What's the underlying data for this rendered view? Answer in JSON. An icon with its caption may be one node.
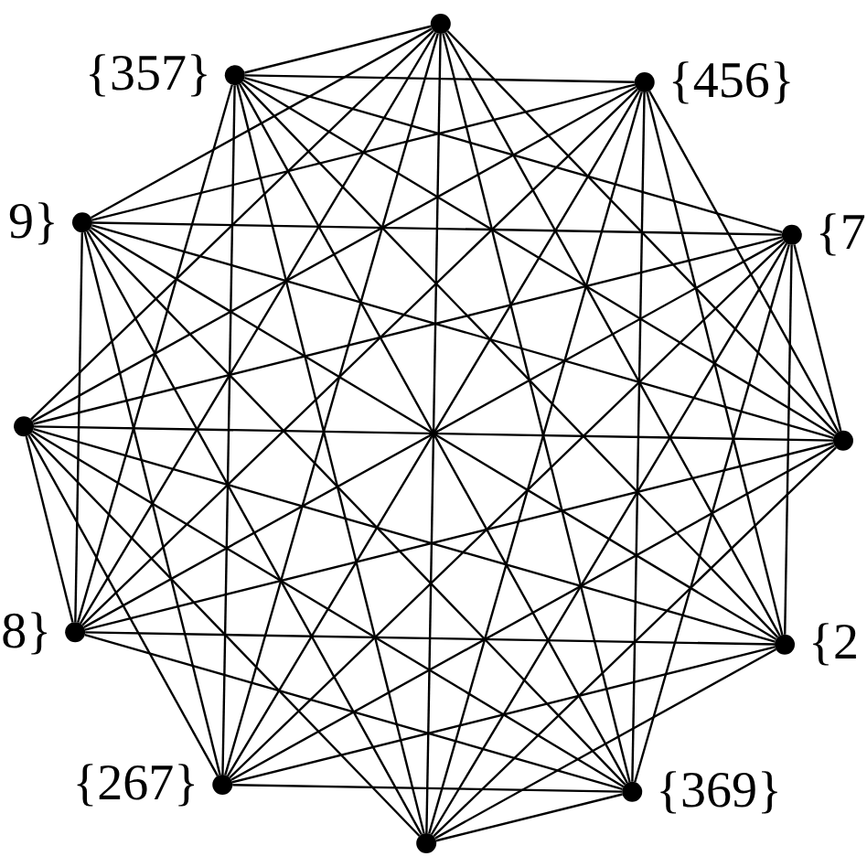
{
  "diagram": {
    "nodes": [
      {
        "text": [],
        "shape": "circle"
      },
      {
        "text": [],
        "shape": "circle",
        "beside": [
          "{357}"
        ]
      },
      {
        "text": [],
        "shape": "circle",
        "beside": [
          "{456}"
        ]
      },
      {
        "text": [],
        "shape": "circle",
        "beside": [
          "9}"
        ]
      },
      {
        "text": [],
        "shape": "circle",
        "beside": [
          "{7"
        ]
      },
      {
        "text": [],
        "shape": "circle"
      },
      {
        "text": [],
        "shape": "circle"
      },
      {
        "text": [],
        "shape": "circle",
        "beside": [
          "8}"
        ]
      },
      {
        "text": [],
        "shape": "circle",
        "beside": [
          "{2"
        ]
      },
      {
        "text": [],
        "shape": "circle",
        "beside": [
          "{267}"
        ]
      },
      {
        "text": [],
        "shape": "circle",
        "beside": [
          "{369}"
        ]
      },
      {
        "text": [],
        "shape": "circle"
      }
    ],
    "edges": [
      {
        "from": 0,
        "to": 1,
        "arrow": "none"
      },
      {
        "from": 0,
        "to": 3,
        "arrow": "none"
      },
      {
        "from": 0,
        "to": 5,
        "arrow": "none"
      },
      {
        "from": 0,
        "to": 6,
        "arrow": "none"
      },
      {
        "from": 0,
        "to": 7,
        "arrow": "none"
      },
      {
        "from": 0,
        "to": 8,
        "arrow": "none"
      },
      {
        "from": 0,
        "to": 9,
        "arrow": "none"
      },
      {
        "from": 0,
        "to": 10,
        "arrow": "none"
      },
      {
        "from": 0,
        "to": 11,
        "arrow": "none"
      },
      {
        "from": 1,
        "to": 2,
        "arrow": "none"
      },
      {
        "from": 1,
        "to": 4,
        "arrow": "none"
      },
      {
        "from": 1,
        "to": 6,
        "arrow": "none"
      },
      {
        "from": 1,
        "to": 7,
        "arrow": "none"
      },
      {
        "from": 1,
        "to": 8,
        "arrow": "none"
      },
      {
        "from": 1,
        "to": 9,
        "arrow": "none"
      },
      {
        "from": 1,
        "to": 10,
        "arrow": "none"
      },
      {
        "from": 1,
        "to": 11,
        "arrow": "none"
      },
      {
        "from": 2,
        "to": 3,
        "arrow": "none"
      },
      {
        "from": 2,
        "to": 5,
        "arrow": "none"
      },
      {
        "from": 2,
        "to": 6,
        "arrow": "none"
      },
      {
        "from": 2,
        "to": 7,
        "arrow": "none"
      },
      {
        "from": 2,
        "to": 8,
        "arrow": "none"
      },
      {
        "from": 2,
        "to": 9,
        "arrow": "none"
      },
      {
        "from": 2,
        "to": 10,
        "arrow": "none"
      },
      {
        "from": 2,
        "to": 11,
        "arrow": "none"
      },
      {
        "from": 3,
        "to": 4,
        "arrow": "none"
      },
      {
        "from": 3,
        "to": 6,
        "arrow": "none"
      },
      {
        "from": 3,
        "to": 7,
        "arrow": "none"
      },
      {
        "from": 3,
        "to": 8,
        "arrow": "none"
      },
      {
        "from": 3,
        "to": 9,
        "arrow": "none"
      },
      {
        "from": 3,
        "to": 10,
        "arrow": "none"
      },
      {
        "from": 3,
        "to": 11,
        "arrow": "none"
      },
      {
        "from": 4,
        "to": 5,
        "arrow": "none"
      },
      {
        "from": 4,
        "to": 6,
        "arrow": "none"
      },
      {
        "from": 4,
        "to": 7,
        "arrow": "none"
      },
      {
        "from": 4,
        "to": 8,
        "arrow": "none"
      },
      {
        "from": 4,
        "to": 9,
        "arrow": "none"
      },
      {
        "from": 4,
        "to": 10,
        "arrow": "none"
      },
      {
        "from": 4,
        "to": 11,
        "arrow": "none"
      },
      {
        "from": 5,
        "to": 6,
        "arrow": "none"
      },
      {
        "from": 5,
        "to": 7,
        "arrow": "none"
      },
      {
        "from": 5,
        "to": 8,
        "arrow": "none"
      },
      {
        "from": 5,
        "to": 9,
        "arrow": "none"
      },
      {
        "from": 5,
        "to": 10,
        "arrow": "none"
      },
      {
        "from": 5,
        "to": 11,
        "arrow": "none"
      },
      {
        "from": 6,
        "to": 7,
        "arrow": "none"
      },
      {
        "from": 6,
        "to": 9,
        "arrow": "none"
      },
      {
        "from": 6,
        "to": 11,
        "arrow": "none"
      },
      {
        "from": 7,
        "to": 8,
        "arrow": "none"
      },
      {
        "from": 7,
        "to": 10,
        "arrow": "none"
      },
      {
        "from": 8,
        "to": 9,
        "arrow": "none"
      },
      {
        "from": 8,
        "to": 11,
        "arrow": "none"
      },
      {
        "from": 9,
        "to": 10,
        "arrow": "none"
      },
      {
        "from": 10,
        "to": 11,
        "arrow": "none"
      }
    ]
  }
}
